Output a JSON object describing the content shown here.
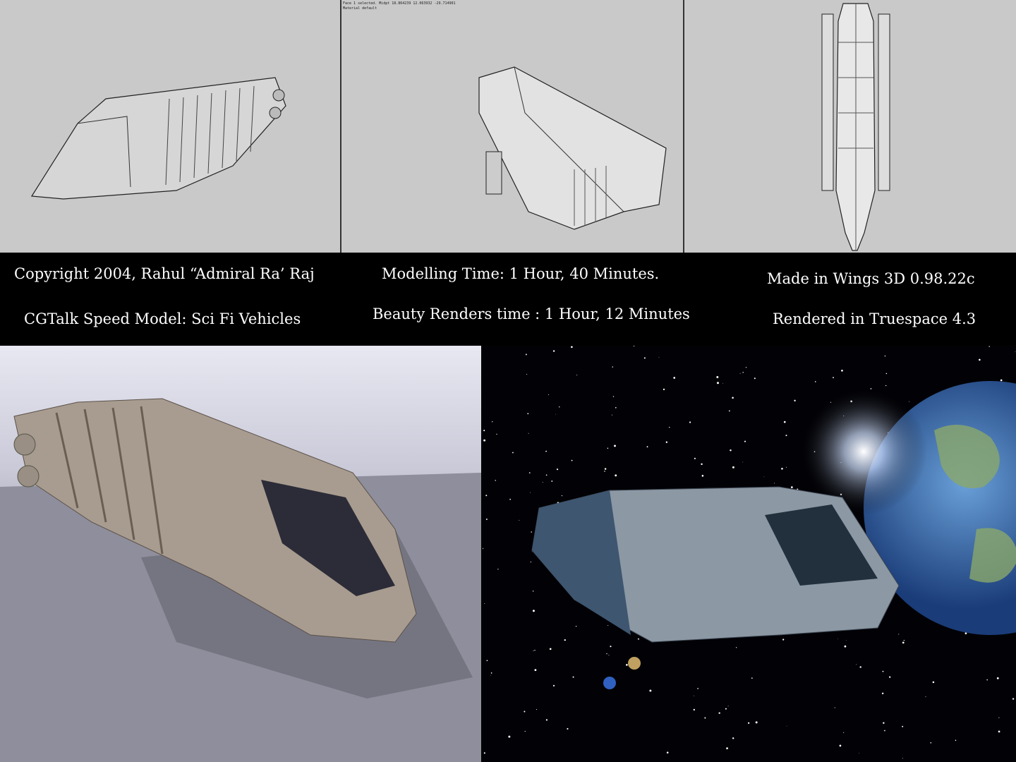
{
  "viewports": {
    "status_line1": "Face 1 selected. Midpt 18.864239 12.063932 -29.714901",
    "status_line2": "Material default"
  },
  "captions": {
    "copyright": "Copyright 2004, Rahul “Admiral Ra’ Raj",
    "contest": "CGTalk Speed Model: Sci Fi Vehicles",
    "modelling_time": "Modelling Time: 1 Hour, 40 Minutes.",
    "render_time": "Beauty Renders time : 1 Hour, 12 Minutes",
    "made_in": "Made in Wings 3D 0.98.22c",
    "rendered_in": "Rendered in Truespace 4.3"
  },
  "colors": {
    "viewport_bg": "#c9c9c9",
    "caption_bg": "#000000",
    "space_bg": "#020206"
  }
}
